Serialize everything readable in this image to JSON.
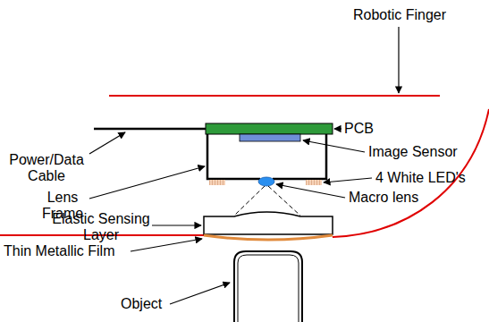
{
  "diagram": {
    "labels": [
      "Robotic Finger",
      "PCB",
      "Power/Data Cable",
      "Image Sensor",
      "Lens Frame",
      "4 White LED's",
      "Macro lens",
      "Elastic Sensing Layer",
      "Thin Metallic Film",
      "Object"
    ]
  }
}
